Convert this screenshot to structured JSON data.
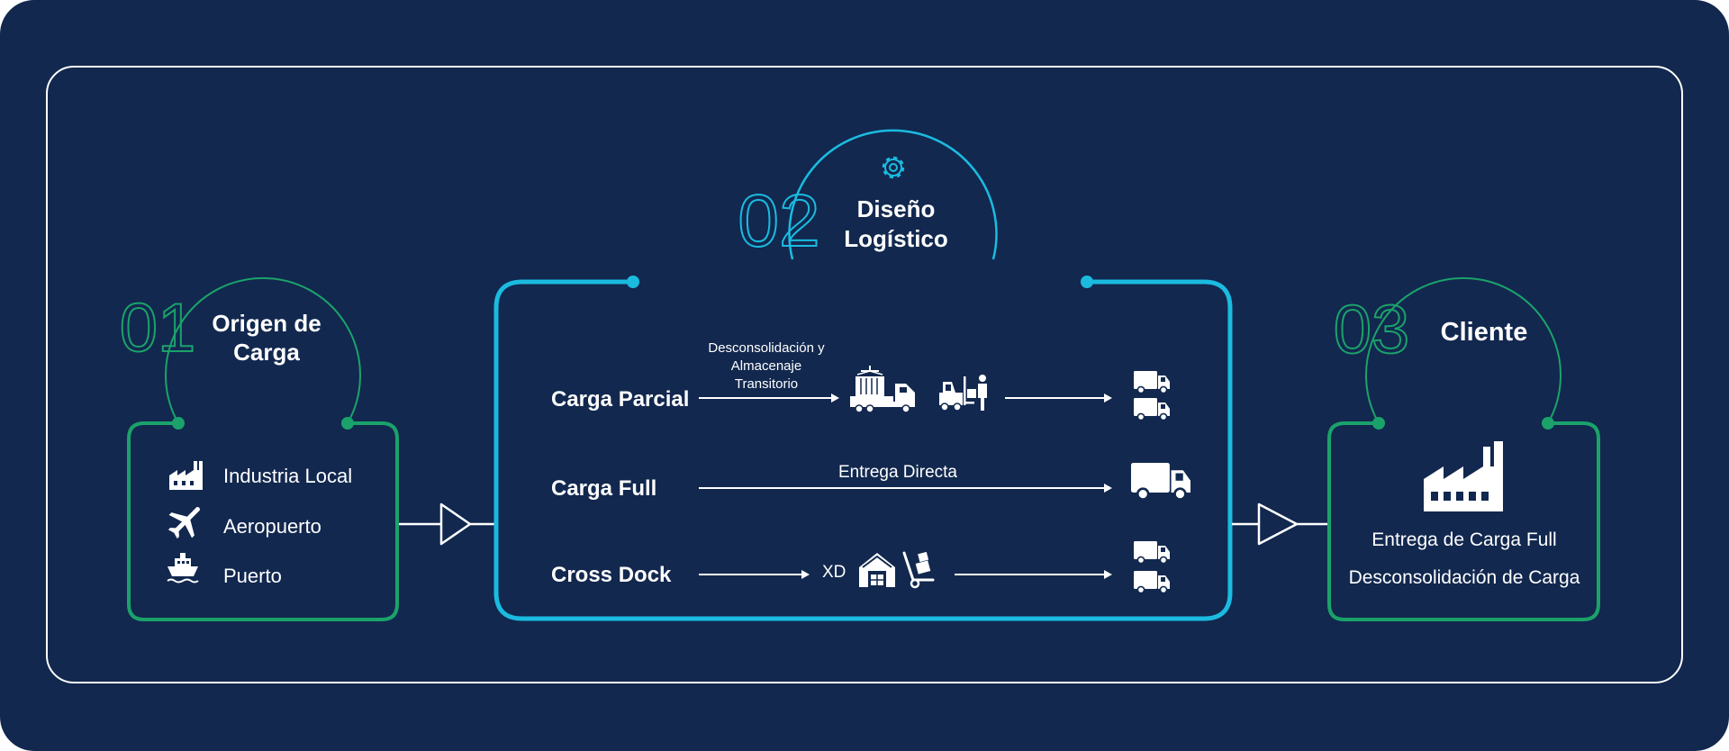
{
  "colors": {
    "background": "#12284f",
    "frame": "#ffffff",
    "green": "#1ba26a",
    "cyan": "#1bbbe0",
    "text": "#ffffff"
  },
  "stage1": {
    "number": "01",
    "title_line1": "Origen de",
    "title_line2": "Carga",
    "items": [
      {
        "icon": "factory-icon",
        "label": "Industria Local"
      },
      {
        "icon": "airplane-icon",
        "label": "Aeropuerto"
      },
      {
        "icon": "ship-icon",
        "label": "Puerto"
      }
    ]
  },
  "stage2": {
    "number": "02",
    "title_line1": "Diseño",
    "title_line2": "Logístico",
    "icon": "gear-icon",
    "rows": [
      {
        "label": "Carga Parcial",
        "note_lines": [
          "Desconsolidación y",
          "Almacenaje",
          "Transitorio"
        ],
        "icons": [
          "container-truck-icon",
          "forklift-icon"
        ],
        "end_icon": "two-trucks-icon"
      },
      {
        "label": "Carga Full",
        "note": "Entrega Directa",
        "end_icon": "truck-icon"
      },
      {
        "label": "Cross Dock",
        "tag": "XD",
        "icons": [
          "warehouse-icon",
          "hand-truck-icon"
        ],
        "end_icon": "two-trucks-icon"
      }
    ]
  },
  "stage3": {
    "number": "03",
    "title": "Cliente",
    "icon": "factory-icon",
    "lines": [
      "Entrega de Carga Full",
      "Desconsolidación de Carga"
    ]
  }
}
